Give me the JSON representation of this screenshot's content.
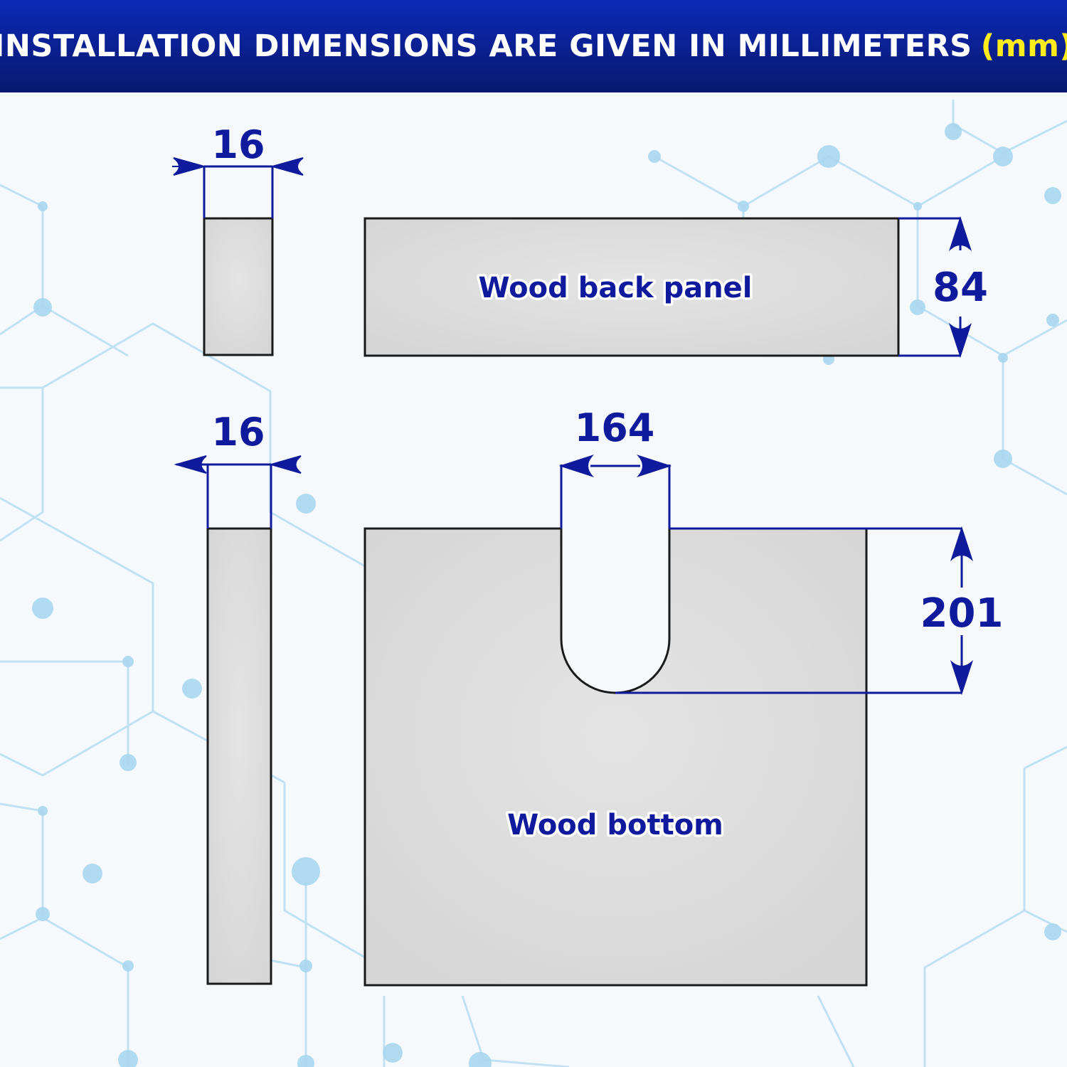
{
  "header": {
    "title": "INSTALLATION DIMENSIONS ARE GIVEN IN MILLIMETERS",
    "unit": "(mm)"
  },
  "dimensions": {
    "top_side_width": "16",
    "back_panel_height": "84",
    "bottom_side_width": "16",
    "cutout_width": "164",
    "cutout_depth": "201"
  },
  "labels": {
    "back_panel": "Wood back panel",
    "bottom": "Wood bottom"
  },
  "colors": {
    "banner": "#0b1f8e",
    "accent": "#ffec1a",
    "dimension": "#0f1a9c",
    "panel_fill": "#dcdcdc",
    "background_network": "#a9d6ee"
  }
}
